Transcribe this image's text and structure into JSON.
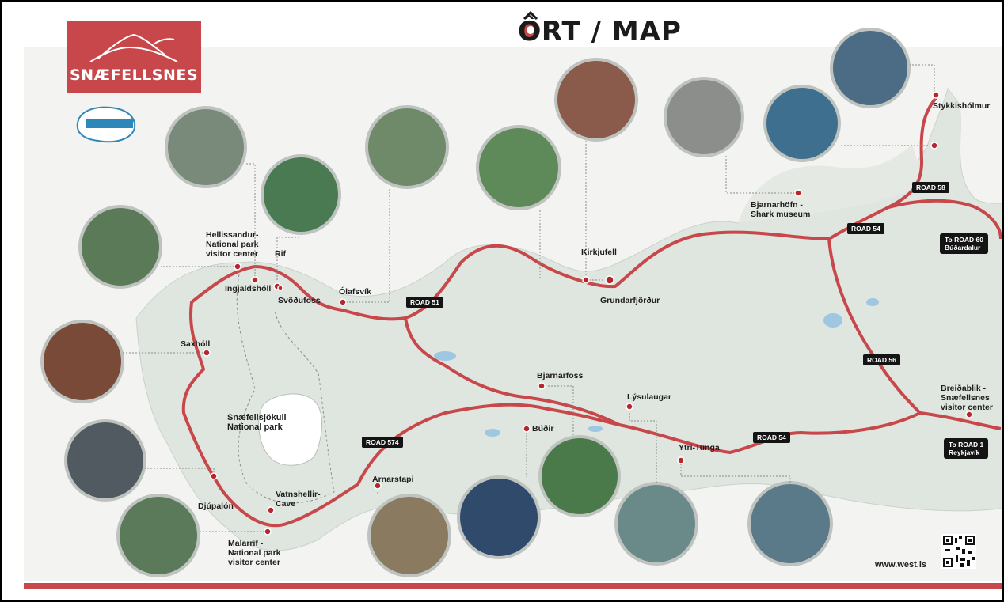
{
  "title": "ÔRT / MAP",
  "logo": {
    "name": "SNÆFELLSNES"
  },
  "website": "www.west.is",
  "colors": {
    "route": "#c8474b",
    "land": "#dfe6df",
    "water": "#9fc7e2",
    "road_sign": "#141414",
    "marker": "#b8262c"
  },
  "places": [
    {
      "id": "stykkisholmur",
      "label": "Stykkishólmur"
    },
    {
      "id": "bjarnarhofn",
      "label": "Bjarnarhöfn -\nShark museum"
    },
    {
      "id": "kirkjufell",
      "label": "Kirkjufell"
    },
    {
      "id": "grundarfjordur",
      "label": "Grundarfjörður"
    },
    {
      "id": "olafsvik",
      "label": "Ólafsvík"
    },
    {
      "id": "rif",
      "label": "Rif"
    },
    {
      "id": "svodufoss",
      "label": "Svöðufoss"
    },
    {
      "id": "ingjaldsholl",
      "label": "Ingjaldshóll"
    },
    {
      "id": "hellissandur",
      "label": "Hellissandur-\nNational park\nvisitor center"
    },
    {
      "id": "saxholl",
      "label": "Saxhóll"
    },
    {
      "id": "snaefellsjokull",
      "label": "Snæfellsjökull\nNational park"
    },
    {
      "id": "djupalon",
      "label": "Djúpalón"
    },
    {
      "id": "vatnshellir",
      "label": "Vatnshellir-\nCave"
    },
    {
      "id": "malarrif",
      "label": "Malarrif -\nNational park\nvisitor center"
    },
    {
      "id": "arnarstapi",
      "label": "Arnarstapi"
    },
    {
      "id": "budir",
      "label": "Búðir"
    },
    {
      "id": "bjarnarfoss",
      "label": "Bjarnarfoss"
    },
    {
      "id": "lysulaugar",
      "label": "Lýsulaugar"
    },
    {
      "id": "ytri_tunga",
      "label": "Ytri-Tunga"
    },
    {
      "id": "breidablik",
      "label": "Breiðablik -\nSnæfellsnes\nvisitor center"
    }
  ],
  "roads": [
    {
      "id": "r58",
      "label": "ROAD 58"
    },
    {
      "id": "r54a",
      "label": "ROAD 54"
    },
    {
      "id": "r56",
      "label": "ROAD 56"
    },
    {
      "id": "r54b",
      "label": "ROAD 54"
    },
    {
      "id": "r574",
      "label": "ROAD 574"
    },
    {
      "id": "r571",
      "label": "ROAD 51"
    }
  ],
  "to_roads": [
    {
      "id": "to60",
      "label": "To ROAD 60\nBúðardalur"
    },
    {
      "id": "to1",
      "label": "To ROAD 1\nReykjavík"
    }
  ]
}
